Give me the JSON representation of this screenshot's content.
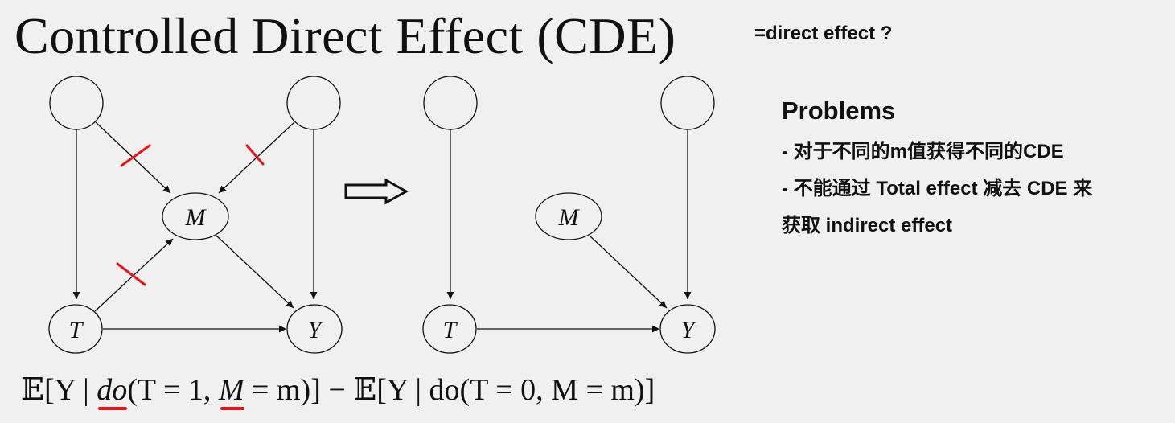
{
  "title": "Controlled Direct Effect (CDE)",
  "subtitle": "=direct effect ?",
  "problems": {
    "heading": "Problems",
    "items": [
      "- 对于不同的m值获得不同的CDE",
      "- 不能通过 Total effect 减去 CDE 来",
      "获取 indirect effect"
    ]
  },
  "left_graph": {
    "node_labels": {
      "M": "M",
      "T": "T",
      "Y": "Y"
    }
  },
  "right_graph": {
    "node_labels": {
      "M": "M",
      "T": "T",
      "Y": "Y"
    }
  },
  "formula": {
    "p1": "[Y | ",
    "do1": "do",
    "p2": "(T = 1, ",
    "m1": "M",
    "p3": " = m)] − ",
    "p4": "[Y | do(T = 0, M = m)]",
    "bb": "𝔼"
  },
  "colors": {
    "cut_mark": "#e3151a",
    "ink": "#111111"
  }
}
